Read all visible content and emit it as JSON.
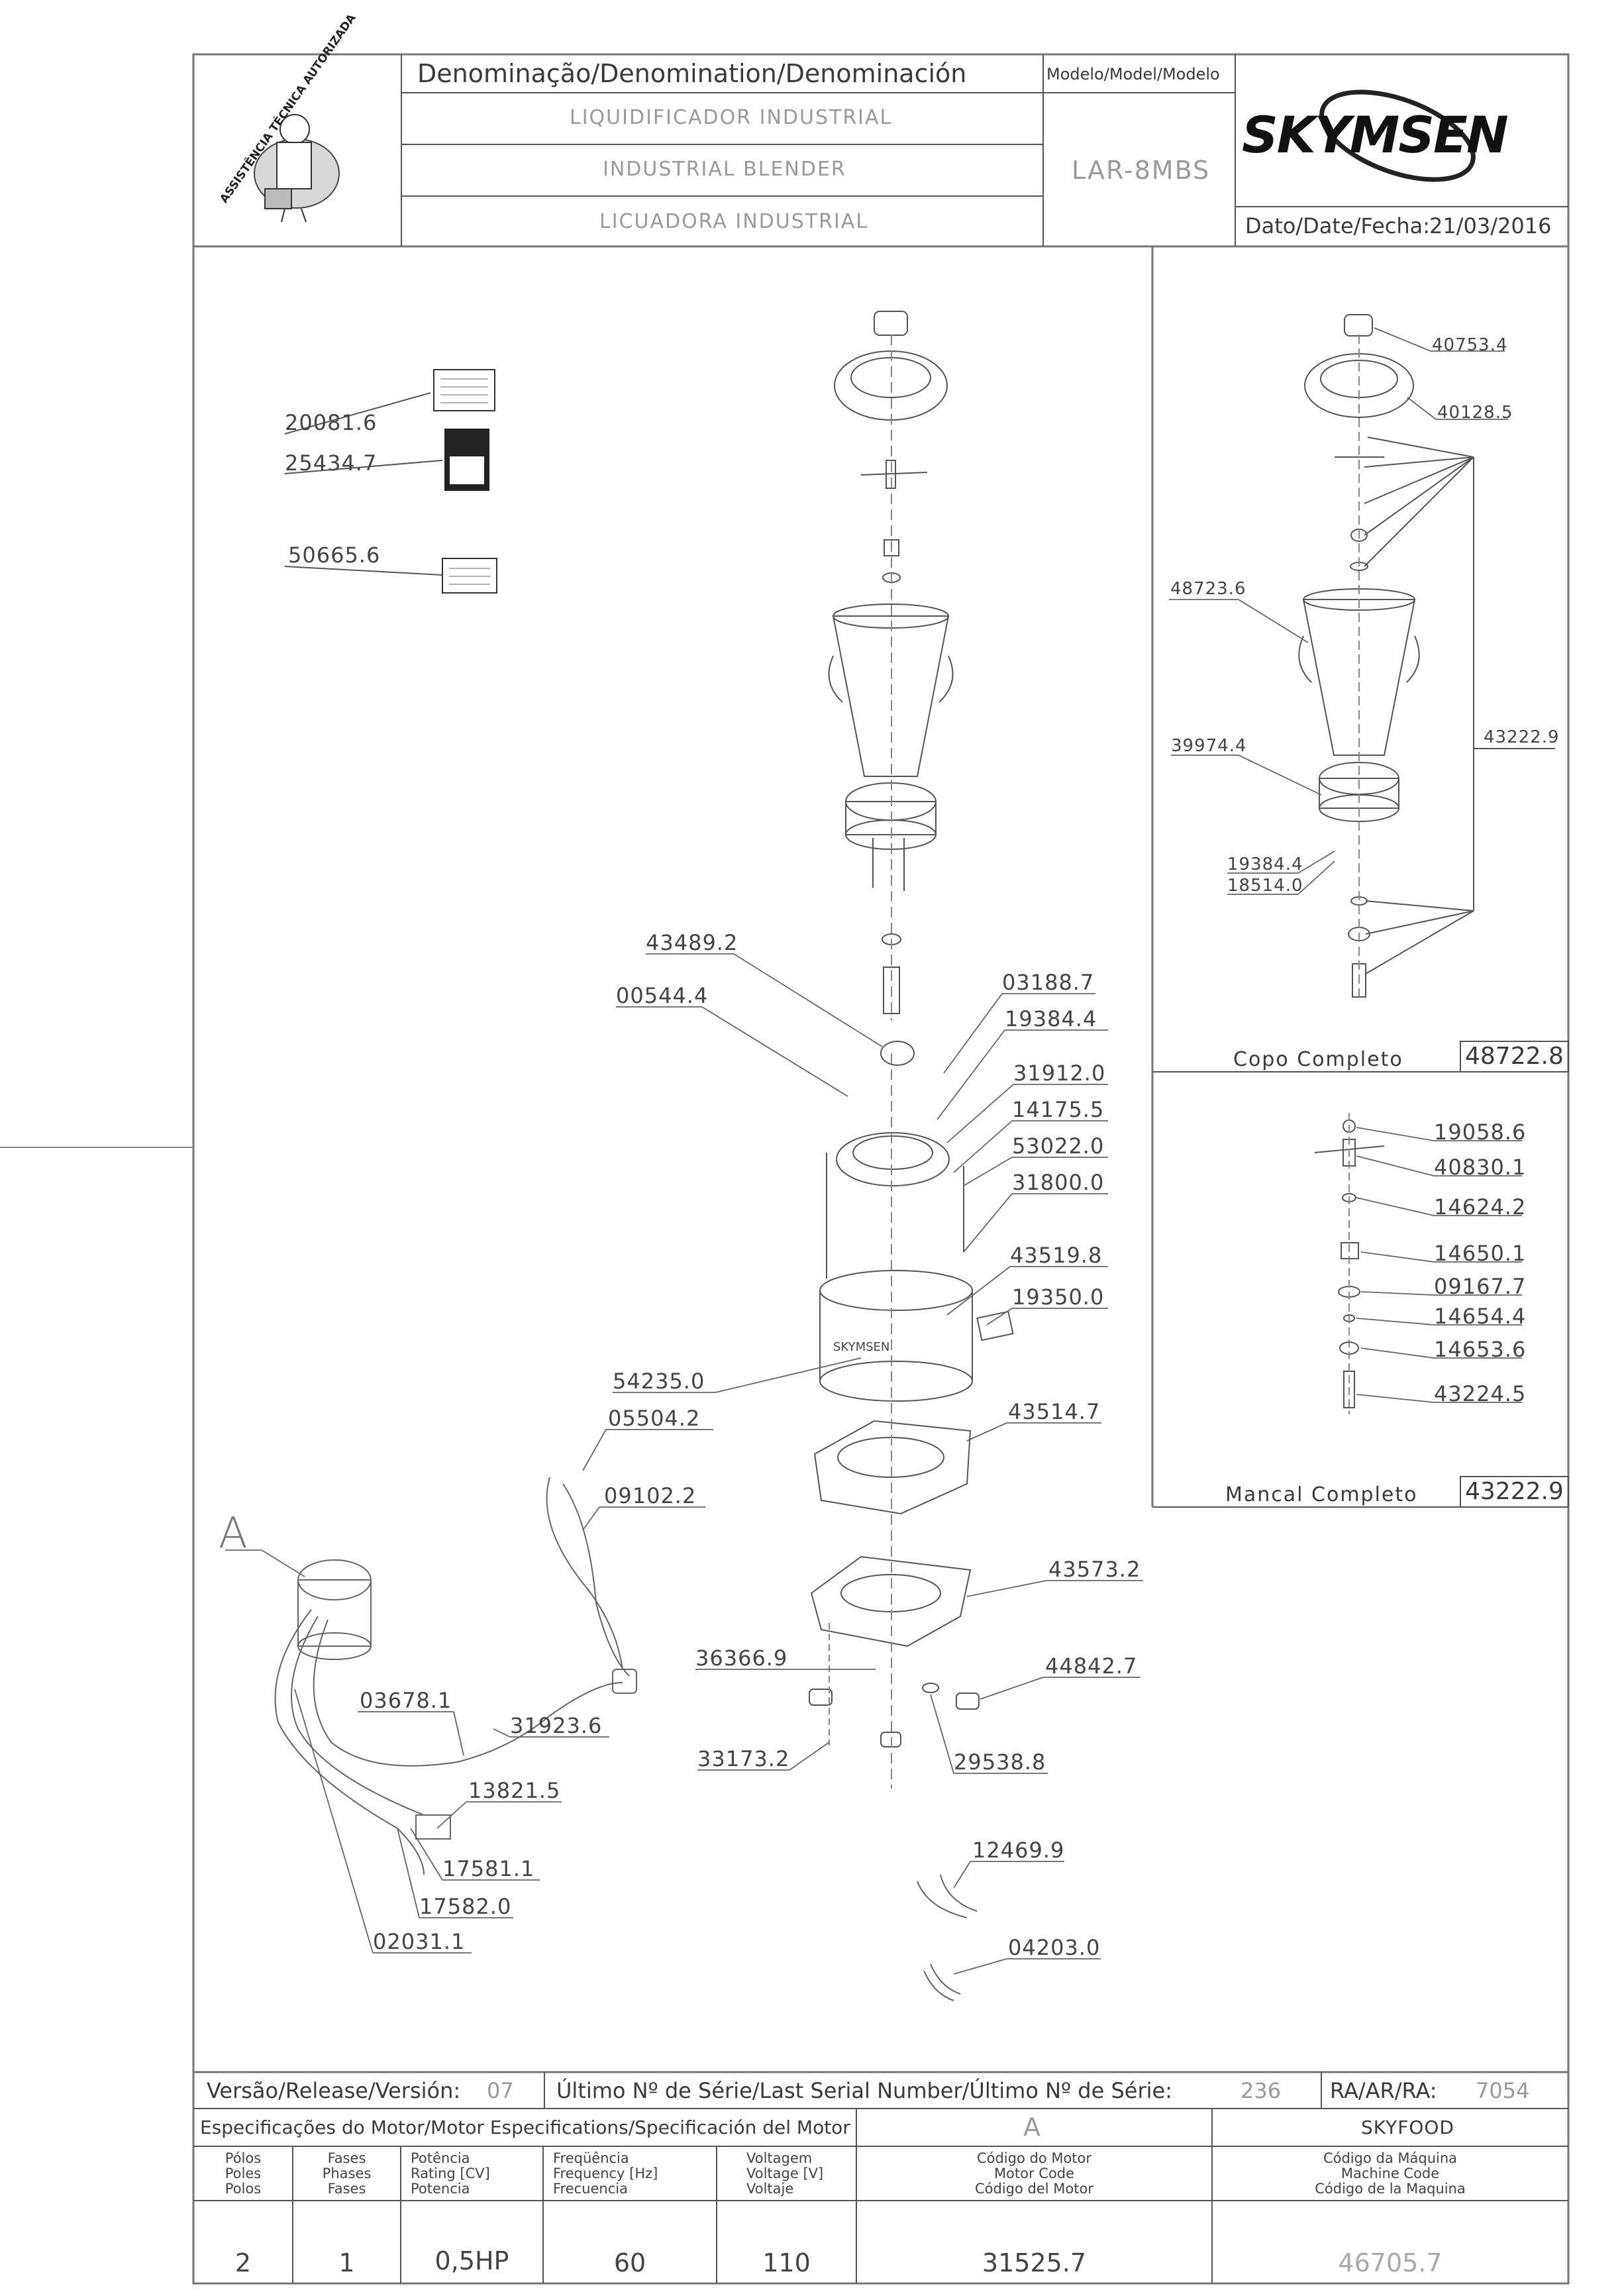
{
  "header": {
    "denomination_label": "Denominação/Denomination/Denominación",
    "model_label": "Modelo/Model/Modelo",
    "names": [
      "LIQUIDIFICADOR INDUSTRIAL",
      "INDUSTRIAL BLENDER",
      "LICUADORA INDUSTRIAL"
    ],
    "model": "LAR-8MBS",
    "date_label": "Dato/Date/Fecha:",
    "date": "21/03/2016",
    "brand": "SKYMSEN",
    "stamp_text": "ASSISTÊNCIA TÉCNICA AUTORIZADA"
  },
  "main_parts": [
    {
      "code": "20081.6",
      "icon": "warning-label"
    },
    {
      "code": "25434.7",
      "icon": "safety-label"
    },
    {
      "code": "50665.6",
      "icon": "info-label"
    },
    {
      "code": "43489.2"
    },
    {
      "code": "00544.4"
    },
    {
      "code": "03188.7"
    },
    {
      "code": "19384.4"
    },
    {
      "code": "31912.0"
    },
    {
      "code": "14175.5"
    },
    {
      "code": "53022.0"
    },
    {
      "code": "31800.0"
    },
    {
      "code": "43519.8"
    },
    {
      "code": "19350.0"
    },
    {
      "code": "54235.0"
    },
    {
      "code": "05504.2"
    },
    {
      "code": "09102.2"
    },
    {
      "code": "43514.7"
    },
    {
      "code": "43573.2"
    },
    {
      "code": "36366.9"
    },
    {
      "code": "44842.7"
    },
    {
      "code": "03678.1"
    },
    {
      "code": "31923.6"
    },
    {
      "code": "13821.5"
    },
    {
      "code": "33173.2"
    },
    {
      "code": "29538.8"
    },
    {
      "code": "17581.1"
    },
    {
      "code": "17582.0"
    },
    {
      "code": "02031.1"
    },
    {
      "code": "12469.9"
    },
    {
      "code": "04203.0"
    }
  ],
  "callout_A": "A",
  "copo_box": {
    "title": "Copo Completo",
    "code": "48722.8",
    "parts": [
      "40753.4",
      "40128.5",
      "48723.6",
      "43222.9",
      "39974.4",
      "19384.4",
      "18514.0"
    ]
  },
  "mancal_box": {
    "title": "Mancal Completo",
    "code": "43222.9",
    "parts": [
      "19058.6",
      "40830.1",
      "14624.2",
      "14650.1",
      "09167.7",
      "14654.4",
      "14653.6",
      "43224.5"
    ]
  },
  "footer": {
    "version_label": "Versão/Release/Versión:",
    "version": "07",
    "serial_label": "Último Nº de Série/Last Serial Number/Último Nº de Série:",
    "serial": "236",
    "ra_label": "RA/AR/RA:",
    "ra": "7054",
    "motor_spec_label": "Especificações do Motor/Motor Especifications/Specificación del Motor",
    "motor_letter": "A",
    "manufacturer": "SKYFOOD",
    "col_poles": "Pólos\nPoles\nPolos",
    "col_phases": "Fases\nPhases\nFases",
    "col_power": "Potência\nRating [CV]\nPotencia",
    "col_freq": "Freqüência\nFrequency [Hz]\nFrecuencia",
    "col_voltage": "Voltagem\nVoltage [V]\nVoltaje",
    "col_motor_code": "Código do Motor\nMotor Code\nCódigo del Motor",
    "col_machine_code": "Código da Máquina\nMachine Code\nCódigo de la Maquina",
    "poles": "2",
    "phases": "1",
    "power": "0,5HP",
    "frequency": "60",
    "voltage": "110",
    "motor_code": "31525.7",
    "machine_code": "46705.7"
  }
}
